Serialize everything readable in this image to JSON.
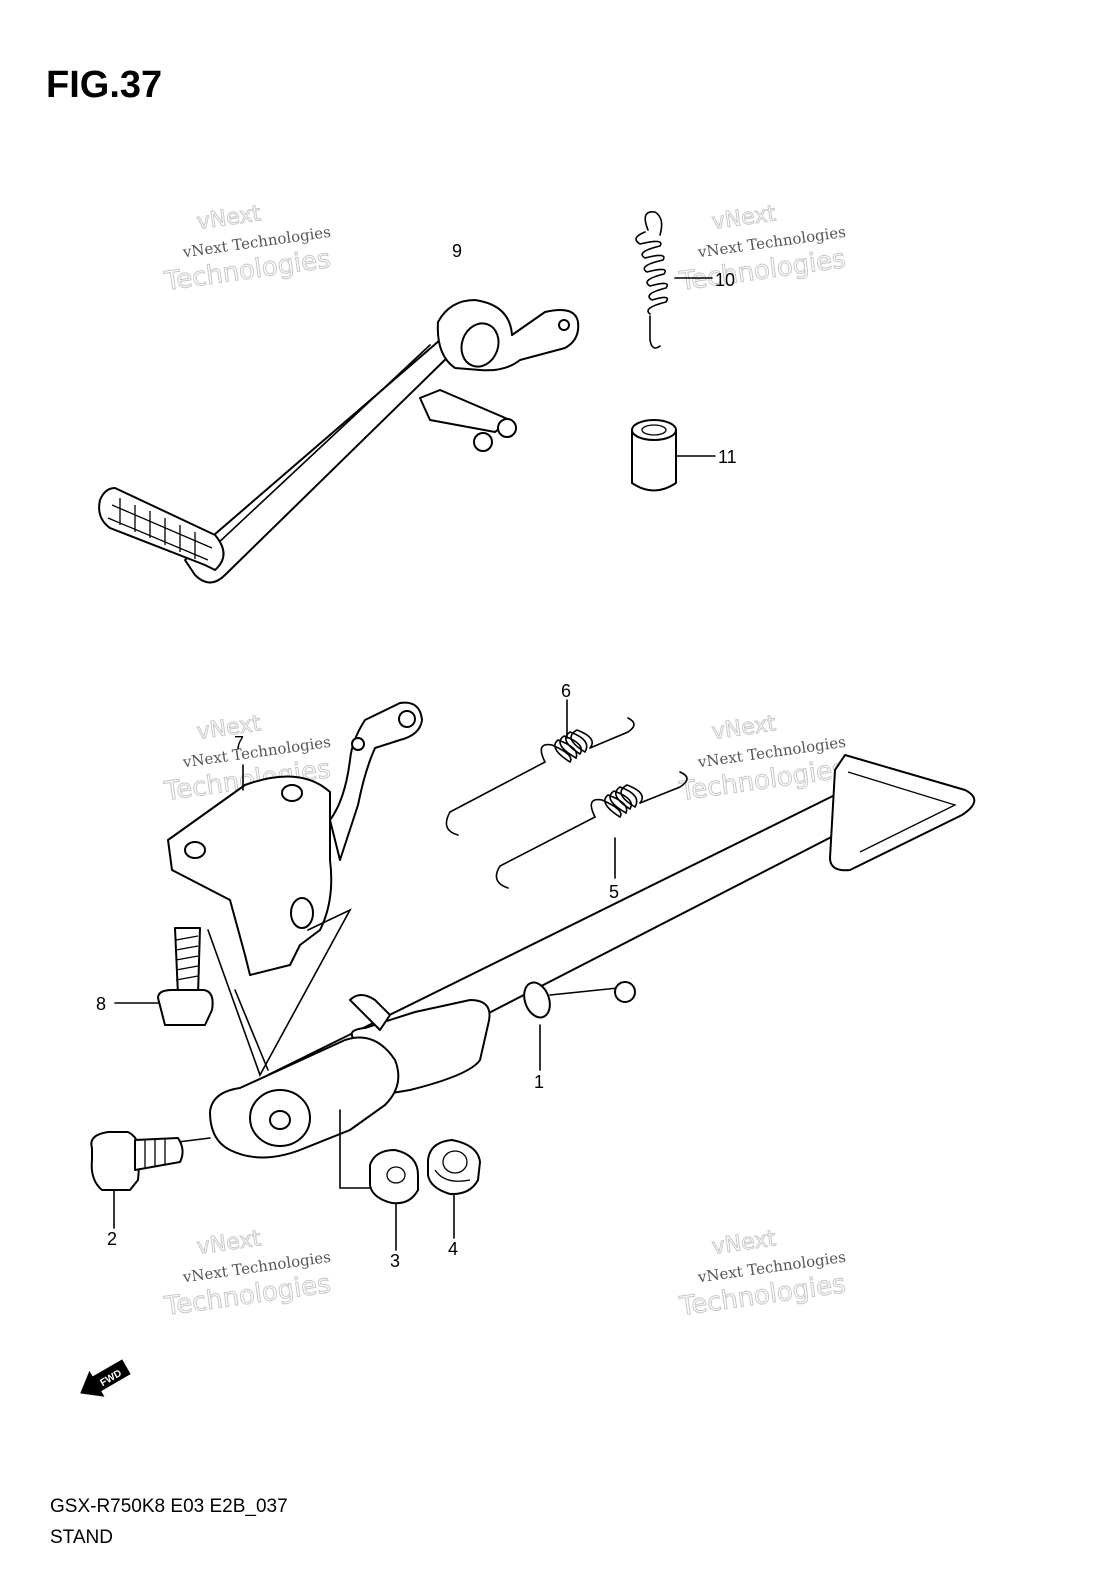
{
  "figure": {
    "title": "FIG.37"
  },
  "footer": {
    "code": "GSX-R750K8 E03 E2B_037",
    "name": "STAND"
  },
  "callouts": [
    "1",
    "2",
    "3",
    "4",
    "5",
    "6",
    "7",
    "8",
    "9",
    "10",
    "11"
  ],
  "watermark": {
    "line1": "vNext Technologies",
    "line2": "vNext",
    "line3": "Technologies"
  },
  "fwd_label": "FWD"
}
